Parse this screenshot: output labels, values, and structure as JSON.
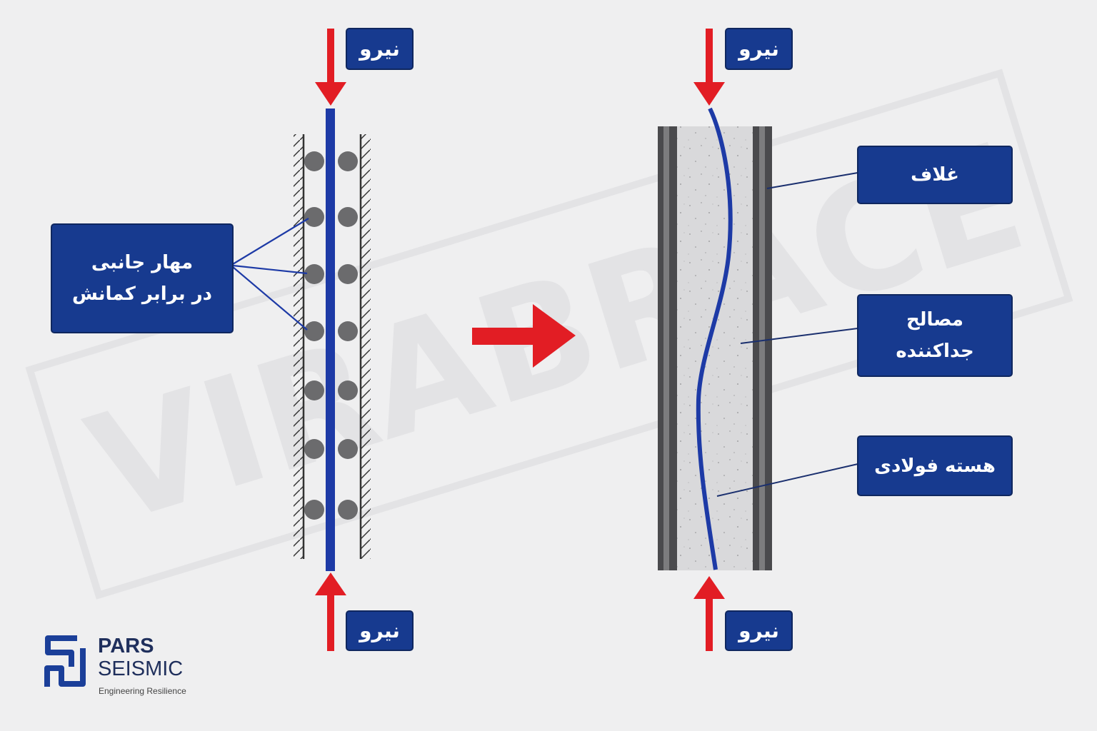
{
  "labels": {
    "force": "نیرو",
    "lateral_restraint": "مهار جانبی\nدر برابر کمانش",
    "casing": "غلاف",
    "separator": "مصالح\nجداکننده",
    "steel_core": "هسته فولادی"
  },
  "watermark": "VIRABRACE",
  "logo": {
    "name_top": "PARS",
    "name_bottom": "SEISMIC",
    "tagline": "Engineering Resilience"
  },
  "colors": {
    "background": "#efeff0",
    "label_fill": "#173a8f",
    "core_blue": "#1d3aa6",
    "arrow_red": "#e21d24",
    "casing_dark": "#4a4a4d",
    "ball_gray": "#6b6b6d"
  },
  "icons": [
    "down-arrow-icon",
    "up-arrow-icon",
    "right-arrow-icon",
    "hatch-wall-icon",
    "roller-ball-icon",
    "pars-logo-icon"
  ]
}
